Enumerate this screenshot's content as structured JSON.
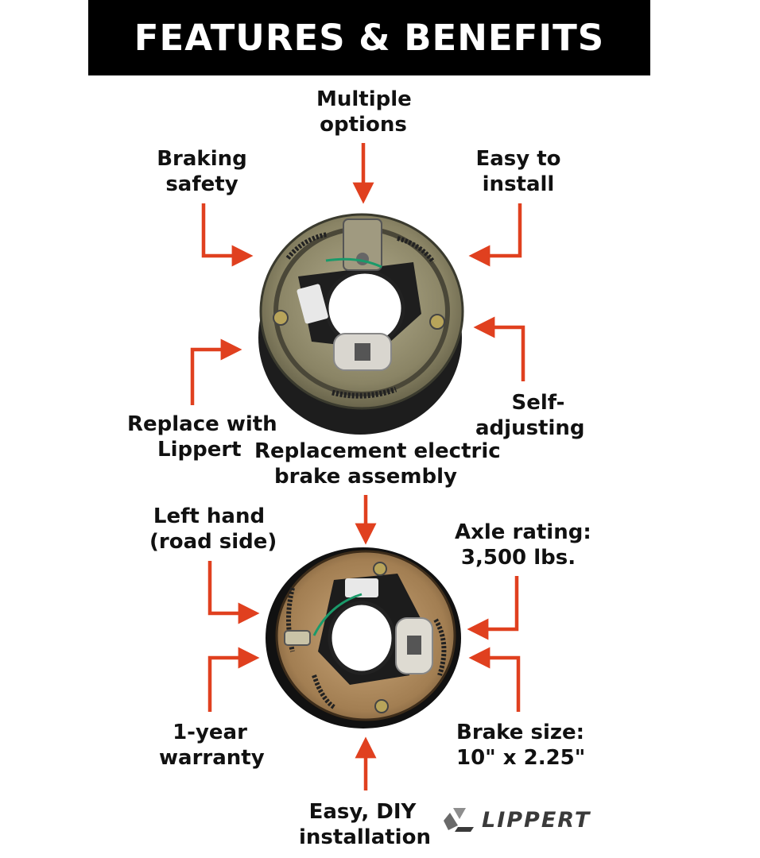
{
  "header": {
    "title": "FEATURES & BENEFITS"
  },
  "top_diagram": {
    "labels": {
      "multiple_options": [
        "Multiple",
        "options"
      ],
      "braking_safety": [
        "Braking",
        "safety"
      ],
      "easy_install": [
        "Easy to",
        "install"
      ],
      "replace_lippert": [
        "Replace with",
        "Lippert"
      ],
      "self_adjusting": [
        "Self-",
        "adjusting"
      ]
    }
  },
  "bottom_diagram": {
    "labels": {
      "replacement": [
        "Replacement electric",
        "brake assembly"
      ],
      "left_hand": [
        "Left hand",
        "(road side)"
      ],
      "axle_rating": [
        "Axle rating:",
        "3,500 lbs."
      ],
      "warranty": [
        "1-year",
        "warranty"
      ],
      "brake_size": [
        "Brake size:",
        "10\" x 2.25\""
      ],
      "diy": [
        "Easy, DIY",
        "installation"
      ]
    }
  },
  "logo": {
    "word": "LIPPERT"
  },
  "colors": {
    "arrow": "#e0401f",
    "banner": "#000000",
    "text": "#111111",
    "plate": "#8a8465",
    "rim": "#2b2b2b"
  }
}
